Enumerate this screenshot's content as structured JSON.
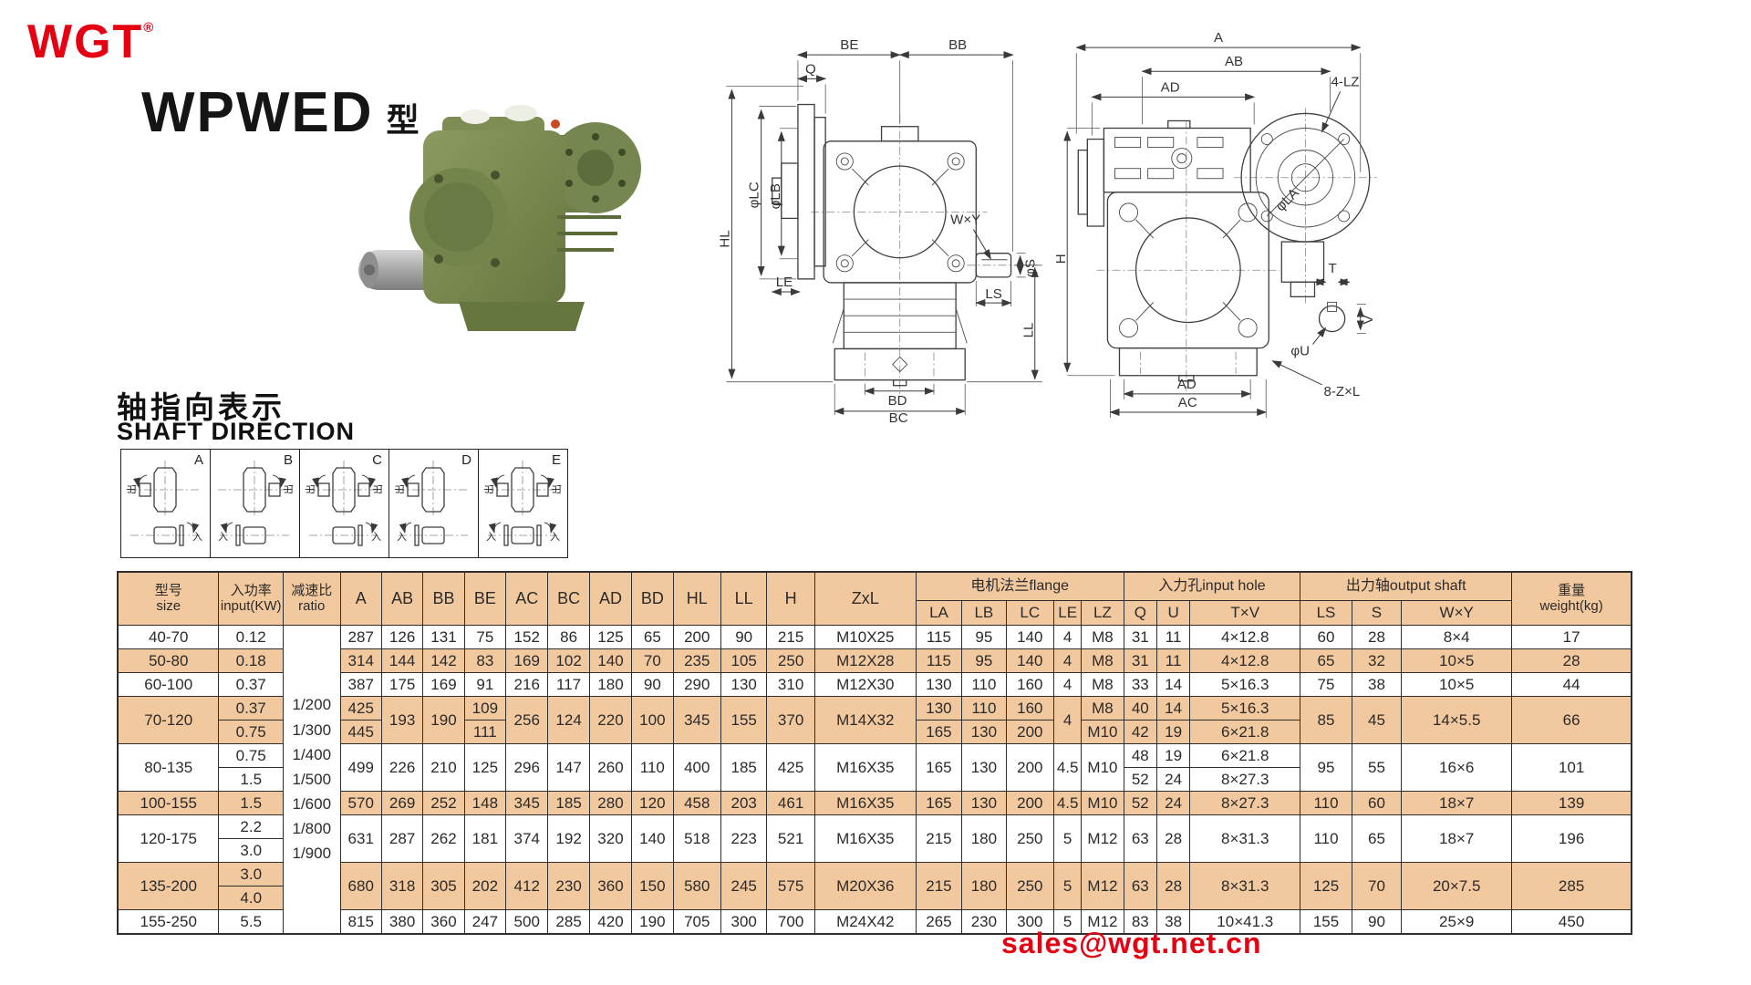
{
  "brand": {
    "logo": "WGT",
    "reg": "®"
  },
  "title": {
    "model": "WPWED",
    "type_suffix": "型"
  },
  "section_shaft": {
    "zh": "轴指向表示",
    "en": "SHAFT DIRECTION"
  },
  "shaft_labels": {
    "out": "出",
    "in": "入"
  },
  "shaft_boxes": [
    {
      "letter": "A",
      "out": [
        "left"
      ],
      "in": [
        "right"
      ]
    },
    {
      "letter": "B",
      "out": [
        "right"
      ],
      "in": [
        "left"
      ]
    },
    {
      "letter": "C",
      "out": [
        "left",
        "right"
      ],
      "in": [
        "right"
      ]
    },
    {
      "letter": "D",
      "out": [
        "left"
      ],
      "in": [
        "left"
      ]
    },
    {
      "letter": "E",
      "out": [
        "left",
        "right"
      ],
      "in": [
        "left",
        "right"
      ]
    }
  ],
  "drawing_front": {
    "dims": [
      "BE",
      "BB",
      "Q",
      "φLC",
      "φLB",
      "LE",
      "HL",
      "W×Y",
      "φS",
      "LS",
      "LL",
      "BD",
      "BC"
    ]
  },
  "drawing_side": {
    "dims": [
      "A",
      "AB",
      "AD",
      "4-LZ",
      "φLA",
      "H",
      "T",
      "V",
      "φU",
      "AD",
      "AC",
      "8-Z×L"
    ]
  },
  "contact": {
    "email": "sales@wgt.net.cn"
  },
  "colors": {
    "accent_red": "#e50012",
    "table_peach": "#f2c89e",
    "line": "#2e2e2e"
  },
  "table": {
    "group_headers": {
      "size": "型号\nsize",
      "input": "入功率\ninput(KW)",
      "ratio": "减速比\nratio",
      "dims": [
        "A",
        "AB",
        "BB",
        "BE",
        "AC",
        "BC",
        "AD",
        "BD",
        "HL",
        "LL",
        "H",
        "ZxL"
      ],
      "flange": "电机法兰flange",
      "input_hole": "入力孔input hole",
      "output_shaft": "出力轴output shaft",
      "weight": "重量\nweight(kg)",
      "flange_cols": [
        "LA",
        "LB",
        "LC",
        "LE",
        "LZ"
      ],
      "input_hole_cols": [
        "Q",
        "U",
        "T×V"
      ],
      "output_shaft_cols": [
        "LS",
        "S",
        "W×Y"
      ]
    },
    "ratio_values": [
      "1/200",
      "1/300",
      "1/400",
      "1/500",
      "1/600",
      "1/800",
      "1/900"
    ],
    "shaded_rows": [
      1,
      3,
      4,
      7,
      10,
      11
    ],
    "rows": [
      [
        "40-70",
        "0.12",
        {
          "ratio": true,
          "rs": 13
        },
        "287",
        "126",
        "131",
        "75",
        "152",
        "86",
        "125",
        "65",
        "200",
        "90",
        "215",
        "M10X25",
        "115",
        "95",
        "140",
        "4",
        "M8",
        "31",
        "11",
        "4×12.8",
        "60",
        "28",
        "8×4",
        "17"
      ],
      [
        "50-80",
        "0.18",
        "314",
        "144",
        "142",
        "83",
        "169",
        "102",
        "140",
        "70",
        "235",
        "105",
        "250",
        "M12X28",
        "115",
        "95",
        "140",
        "4",
        "M8",
        "31",
        "11",
        "4×12.8",
        "65",
        "32",
        "10×5",
        "28"
      ],
      [
        "60-100",
        "0.37",
        "387",
        "175",
        "169",
        "91",
        "216",
        "117",
        "180",
        "90",
        "290",
        "130",
        "310",
        "M12X30",
        "130",
        "110",
        "160",
        "4",
        "M8",
        "33",
        "14",
        "5×16.3",
        "75",
        "38",
        "10×5",
        "44"
      ],
      [
        {
          "v": "70-120",
          "rs": 2
        },
        "0.37",
        "425",
        {
          "v": "193",
          "rs": 2
        },
        {
          "v": "190",
          "rs": 2
        },
        "109",
        {
          "v": "256",
          "rs": 2
        },
        {
          "v": "124",
          "rs": 2
        },
        {
          "v": "220",
          "rs": 2
        },
        {
          "v": "100",
          "rs": 2
        },
        {
          "v": "345",
          "rs": 2
        },
        {
          "v": "155",
          "rs": 2
        },
        {
          "v": "370",
          "rs": 2
        },
        {
          "v": "M14X32",
          "rs": 2
        },
        "130",
        "110",
        "160",
        {
          "v": "4",
          "rs": 2
        },
        "M8",
        "40",
        "14",
        "5×16.3",
        {
          "v": "85",
          "rs": 2
        },
        {
          "v": "45",
          "rs": 2
        },
        {
          "v": "14×5.5",
          "rs": 2
        },
        {
          "v": "66",
          "rs": 2
        }
      ],
      [
        "0.75",
        "445",
        "111",
        "165",
        "130",
        "200",
        "M10",
        "42",
        "19",
        "6×21.8"
      ],
      [
        {
          "v": "80-135",
          "rs": 2
        },
        "0.75",
        {
          "v": "499",
          "rs": 2
        },
        {
          "v": "226",
          "rs": 2
        },
        {
          "v": "210",
          "rs": 2
        },
        {
          "v": "125",
          "rs": 2
        },
        {
          "v": "296",
          "rs": 2
        },
        {
          "v": "147",
          "rs": 2
        },
        {
          "v": "260",
          "rs": 2
        },
        {
          "v": "110",
          "rs": 2
        },
        {
          "v": "400",
          "rs": 2
        },
        {
          "v": "185",
          "rs": 2
        },
        {
          "v": "425",
          "rs": 2
        },
        {
          "v": "M16X35",
          "rs": 2
        },
        {
          "v": "165",
          "rs": 2
        },
        {
          "v": "130",
          "rs": 2
        },
        {
          "v": "200",
          "rs": 2
        },
        {
          "v": "4.5",
          "rs": 2
        },
        {
          "v": "M10",
          "rs": 2
        },
        "48",
        "19",
        "6×21.8",
        {
          "v": "95",
          "rs": 2
        },
        {
          "v": "55",
          "rs": 2
        },
        {
          "v": "16×6",
          "rs": 2
        },
        {
          "v": "101",
          "rs": 2
        }
      ],
      [
        "1.5",
        "52",
        "24",
        "8×27.3"
      ],
      [
        "100-155",
        "1.5",
        "570",
        "269",
        "252",
        "148",
        "345",
        "185",
        "280",
        "120",
        "458",
        "203",
        "461",
        "M16X35",
        "165",
        "130",
        "200",
        "4.5",
        "M10",
        "52",
        "24",
        "8×27.3",
        "110",
        "60",
        "18×7",
        "139"
      ],
      [
        {
          "v": "120-175",
          "rs": 2
        },
        "2.2",
        {
          "v": "631",
          "rs": 2
        },
        {
          "v": "287",
          "rs": 2
        },
        {
          "v": "262",
          "rs": 2
        },
        {
          "v": "181",
          "rs": 2
        },
        {
          "v": "374",
          "rs": 2
        },
        {
          "v": "192",
          "rs": 2
        },
        {
          "v": "320",
          "rs": 2
        },
        {
          "v": "140",
          "rs": 2
        },
        {
          "v": "518",
          "rs": 2
        },
        {
          "v": "223",
          "rs": 2
        },
        {
          "v": "521",
          "rs": 2
        },
        {
          "v": "M16X35",
          "rs": 2
        },
        {
          "v": "215",
          "rs": 2
        },
        {
          "v": "180",
          "rs": 2
        },
        {
          "v": "250",
          "rs": 2
        },
        {
          "v": "5",
          "rs": 2
        },
        {
          "v": "M12",
          "rs": 2
        },
        {
          "v": "63",
          "rs": 2
        },
        {
          "v": "28",
          "rs": 2
        },
        {
          "v": "8×31.3",
          "rs": 2
        },
        {
          "v": "110",
          "rs": 2
        },
        {
          "v": "65",
          "rs": 2
        },
        {
          "v": "18×7",
          "rs": 2
        },
        {
          "v": "196",
          "rs": 2
        }
      ],
      [
        "3.0"
      ],
      [
        {
          "v": "135-200",
          "rs": 2
        },
        "3.0",
        {
          "v": "680",
          "rs": 2
        },
        {
          "v": "318",
          "rs": 2
        },
        {
          "v": "305",
          "rs": 2
        },
        {
          "v": "202",
          "rs": 2
        },
        {
          "v": "412",
          "rs": 2
        },
        {
          "v": "230",
          "rs": 2
        },
        {
          "v": "360",
          "rs": 2
        },
        {
          "v": "150",
          "rs": 2
        },
        {
          "v": "580",
          "rs": 2
        },
        {
          "v": "245",
          "rs": 2
        },
        {
          "v": "575",
          "rs": 2
        },
        {
          "v": "M20X36",
          "rs": 2
        },
        {
          "v": "215",
          "rs": 2
        },
        {
          "v": "180",
          "rs": 2
        },
        {
          "v": "250",
          "rs": 2
        },
        {
          "v": "5",
          "rs": 2
        },
        {
          "v": "M12",
          "rs": 2
        },
        {
          "v": "63",
          "rs": 2
        },
        {
          "v": "28",
          "rs": 2
        },
        {
          "v": "8×31.3",
          "rs": 2
        },
        {
          "v": "125",
          "rs": 2
        },
        {
          "v": "70",
          "rs": 2
        },
        {
          "v": "20×7.5",
          "rs": 2
        },
        {
          "v": "285",
          "rs": 2
        }
      ],
      [
        "4.0"
      ],
      [
        "155-250",
        "5.5",
        "815",
        "380",
        "360",
        "247",
        "500",
        "285",
        "420",
        "190",
        "705",
        "300",
        "700",
        "M24X42",
        "265",
        "230",
        "300",
        "5",
        "M12",
        "83",
        "38",
        "10×41.3",
        "155",
        "90",
        "25×9",
        "450"
      ]
    ]
  }
}
